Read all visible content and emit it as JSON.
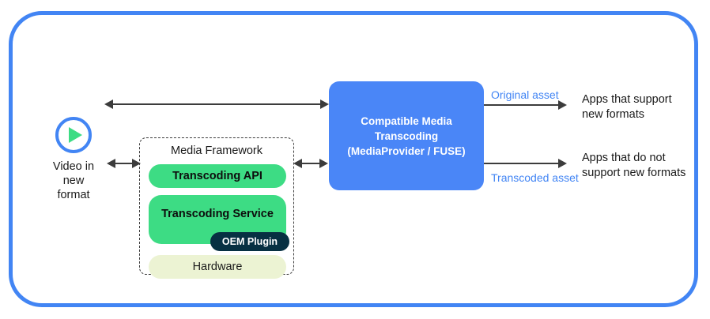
{
  "diagram": {
    "frame": {
      "border_color": "#4285f4"
    },
    "source": {
      "icon": "play-circle-icon",
      "label": "Video in\nnew\nformat"
    },
    "framework": {
      "title": "Media Framework",
      "layers": [
        {
          "name": "transcoding-api",
          "label": "Transcoding API",
          "color": "#3ddc84"
        },
        {
          "name": "transcoding-service",
          "label": "Transcoding Service",
          "color": "#3ddc84"
        },
        {
          "name": "hardware",
          "label": "Hardware",
          "color": "#ecf3d3"
        }
      ],
      "badge": {
        "label": "OEM Plugin",
        "color": "#073042"
      }
    },
    "cmt": {
      "label": "Compatible Media\nTranscoding\n(MediaProvider / FUSE)",
      "color": "#4a86f7"
    },
    "outputs": [
      {
        "asset_label": "Original asset",
        "asset_color": "#4285f4",
        "target_label": "Apps that support\nnew formats"
      },
      {
        "asset_label": "Transcoded asset",
        "asset_color": "#4285f4",
        "target_label": "Apps that do not\nsupport new formats"
      }
    ],
    "connectors": [
      {
        "name": "video-to-cmt",
        "direction": "bidirectional"
      },
      {
        "name": "framework-to-cmt",
        "direction": "bidirectional"
      },
      {
        "name": "cmt-to-supporting-apps",
        "direction": "right"
      },
      {
        "name": "cmt-to-nonsupporting-apps",
        "direction": "right"
      },
      {
        "name": "video-to-framework",
        "direction": "bidirectional"
      }
    ]
  }
}
